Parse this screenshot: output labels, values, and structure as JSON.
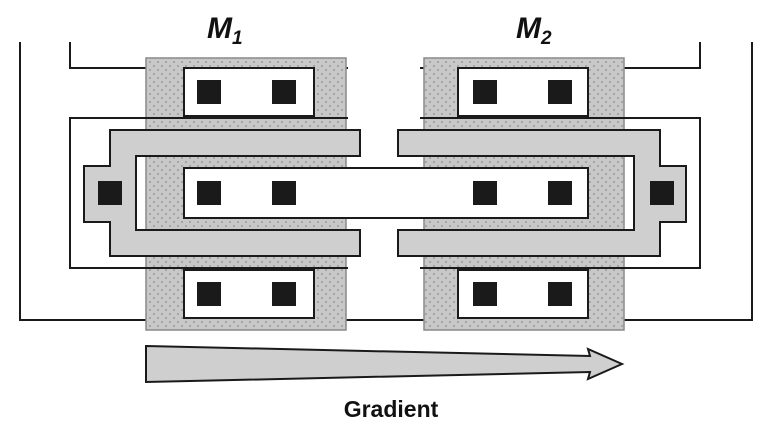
{
  "labels": {
    "m1": {
      "main": "M",
      "sub": "1"
    },
    "m2": {
      "main": "M",
      "sub": "2"
    },
    "gradient": "Gradient"
  },
  "colors": {
    "active_fill": "#c8c8c8",
    "poly_fill": "#cfcfcf",
    "contact_fill": "#1a1a1a",
    "outline": "#1a1a1a"
  }
}
